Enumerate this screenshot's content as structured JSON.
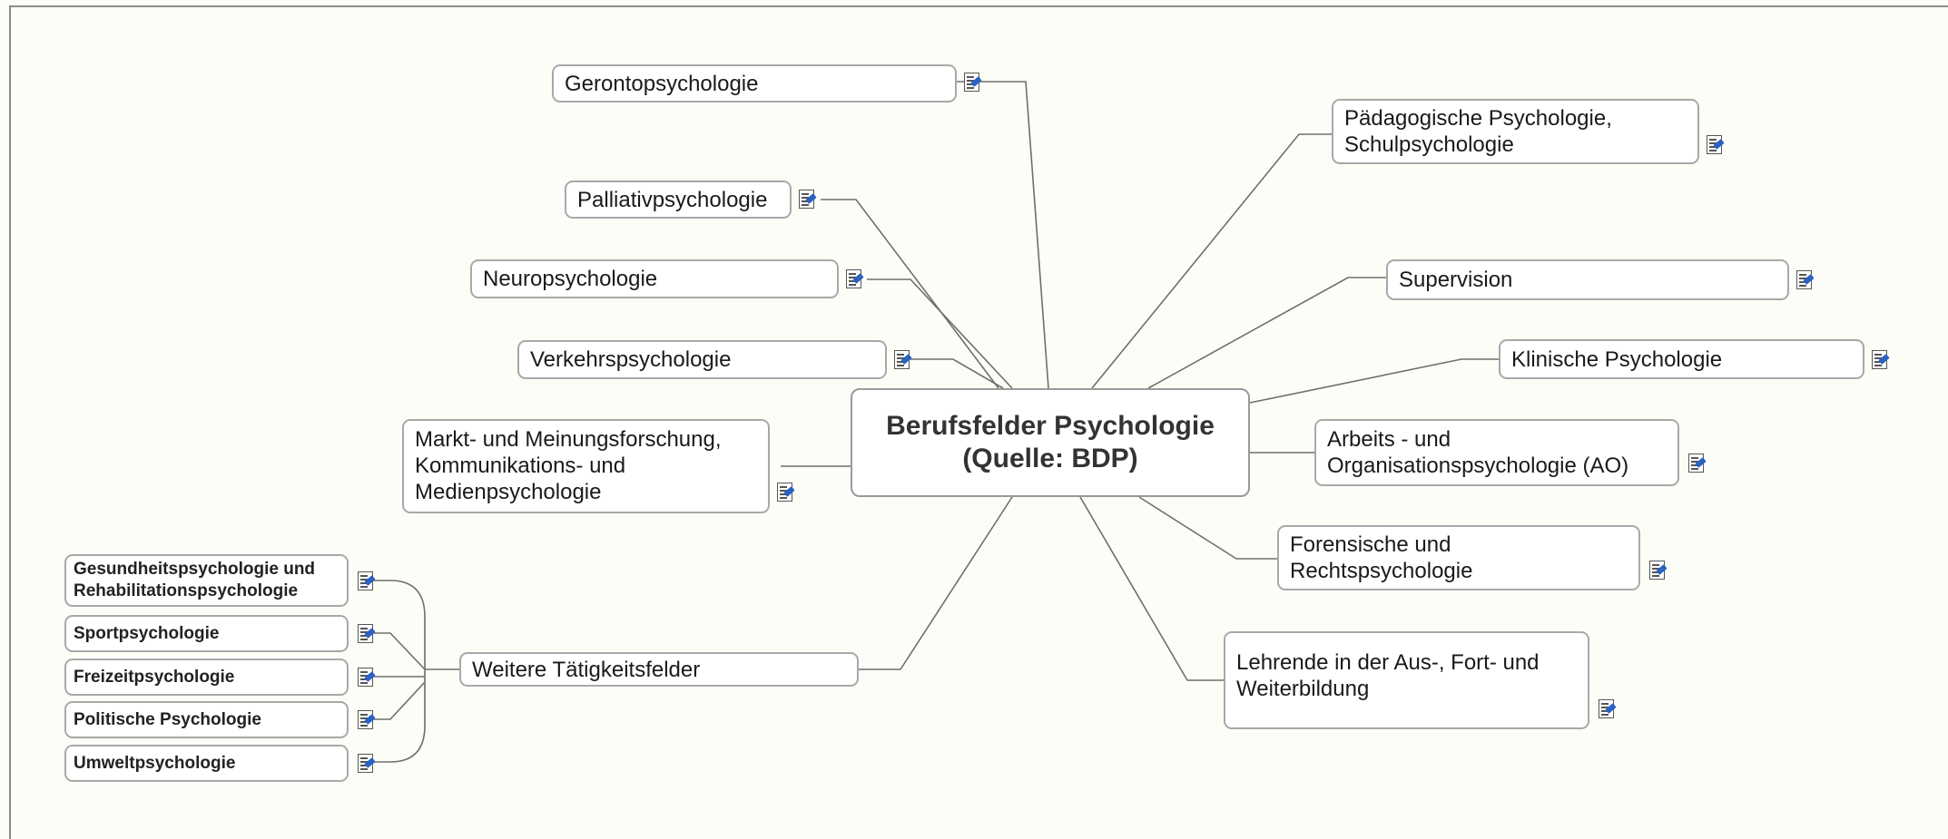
{
  "mindmap": {
    "central_topic": "Berufsfelder Psychologie\n(Quelle: BDP)",
    "left_topics": [
      "Gerontopsychologie",
      "Palliativpsychologie",
      "Neuropsychologie",
      "Verkehrspsychologie",
      "Markt- und Meinungsforschung,\nKommunikations- und\nMedienpsychologie",
      "Weitere Tätigkeitsfelder"
    ],
    "right_topics": [
      "Pädagogische Psychologie,\nSchulpsychologie",
      "Supervision",
      "Klinische Psychologie",
      "Arbeits - und\nOrganisationspsychologie (AO)",
      "Forensische und\nRechtspsychologie",
      "Lehrende in der Aus-, Fort- und\nWeiterbildung"
    ],
    "subtopics": [
      "Gesundheitspsychologie und\nRehabilitationspsychologie",
      "Sportpsychologie",
      "Freizeitpsychologie",
      "Politische Psychologie",
      "Umweltpsychologie"
    ],
    "note_icon": "note-icon"
  }
}
